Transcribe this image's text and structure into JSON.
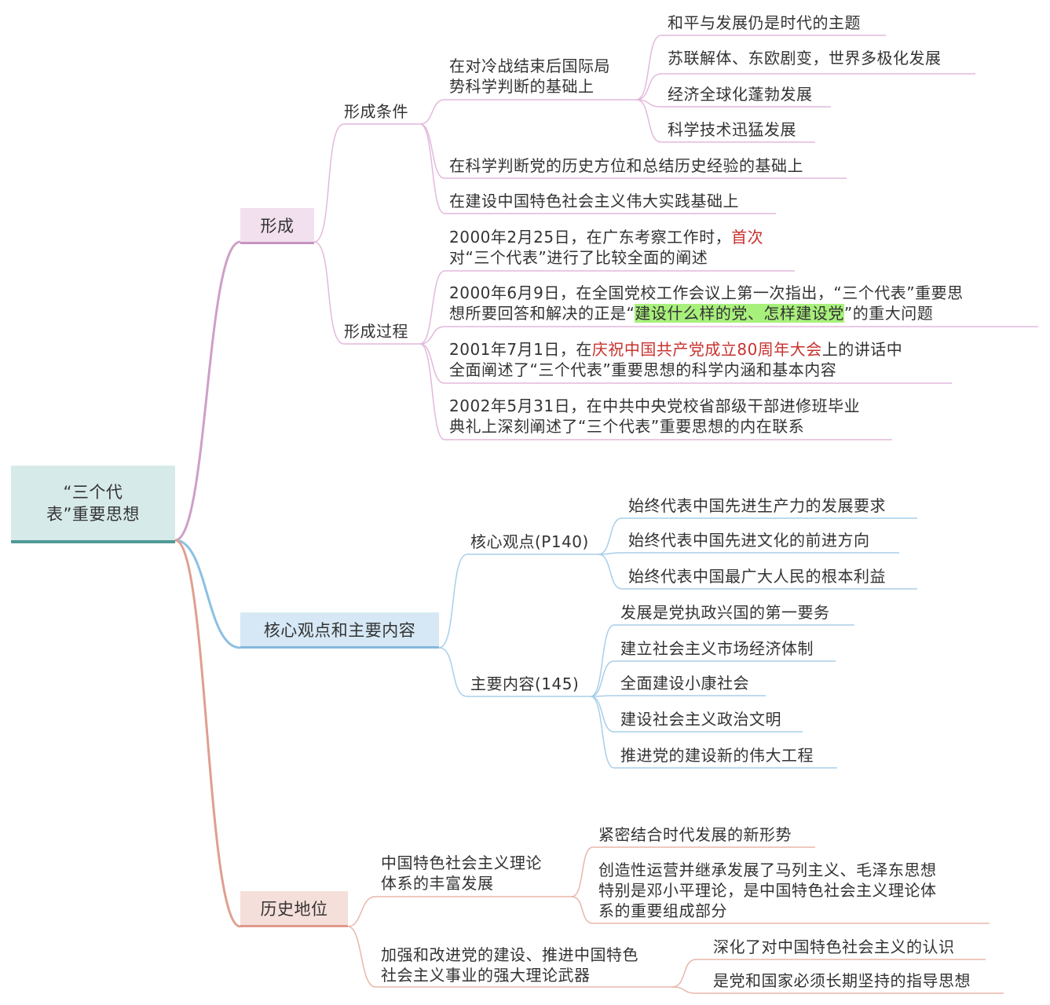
{
  "root": {
    "title": "“三个代\n表”重要思想"
  },
  "formation": {
    "label": "形成",
    "conditions": {
      "label": "形成条件",
      "international": {
        "label": "在对冷战结束后国际局\n势科学判断的基础上",
        "items": [
          "和平与发展仍是时代的主题",
          "苏联解体、东欧剧变，世界多极化发展",
          "经济全球化蓬勃发展",
          "科学技术迅猛发展"
        ]
      },
      "historical": "在科学判断党的历史方位和总结历史经验的基础上",
      "practice": "在建设中国特色社会主义伟大实践基础上"
    },
    "process": {
      "label": "形成过程",
      "p1": {
        "before": "2000年2月25日，在广东考察工作时，",
        "highlight": "首次",
        "after": "\n对“三个代表”进行了比较全面的阐述"
      },
      "p2": {
        "before": "2000年6月9日，在全国党校工作会议上第一次指出，“三个代表”重要思\n想所要回答和解决的正是“",
        "highlight": "建设什么样的党、怎样建设党",
        "after": "”的重大问题"
      },
      "p3": {
        "before": "2001年7月1日，在",
        "highlight": "庆祝中国共产党成立80周年大会",
        "after": "上的讲话中\n全面阐述了“三个代表”重要思想的科学内涵和基本内容"
      },
      "p4": "2002年5月31日，在中共中央党校省部级干部进修班毕业\n典礼上深刻阐述了“三个代表”重要思想的内在联系"
    }
  },
  "core": {
    "label": "核心观点和主要内容",
    "viewpoint": {
      "label": "核心观点(P140)",
      "items": [
        "始终代表中国先进生产力的发展要求",
        "始终代表中国先进文化的前进方向",
        "始终代表中国最广大人民的根本利益"
      ]
    },
    "content": {
      "label": "主要内容(145)",
      "items": [
        "发展是党执政兴国的第一要务",
        "建立社会主义市场经济体制",
        "全面建设小康社会",
        "建设社会主义政治文明",
        "推进党的建设新的伟大工程"
      ]
    }
  },
  "history": {
    "label": "历史地位",
    "theory": {
      "label": "中国特色社会主义理论\n体系的丰富发展",
      "items": [
        "紧密结合时代发展的新形势",
        "创造性运营并继承发展了马列主义、毛泽东思想\n特别是邓小平理论，是中国特色社会主义理论体\n系的重要组成部分"
      ]
    },
    "weapon": {
      "label": "加强和改进党的建设、推进中国特色\n社会主义事业的强大理论武器",
      "items": [
        "深化了对中国特色社会主义的认识",
        "是党和国家必须长期坚持的指导思想"
      ]
    }
  },
  "colors": {
    "formation": "#cf9fc7",
    "core": "#8cc0e2",
    "history": "#df9f90",
    "root": "#4f9a97",
    "red_text": "#c8322e",
    "highlight": "#a8f07c"
  }
}
